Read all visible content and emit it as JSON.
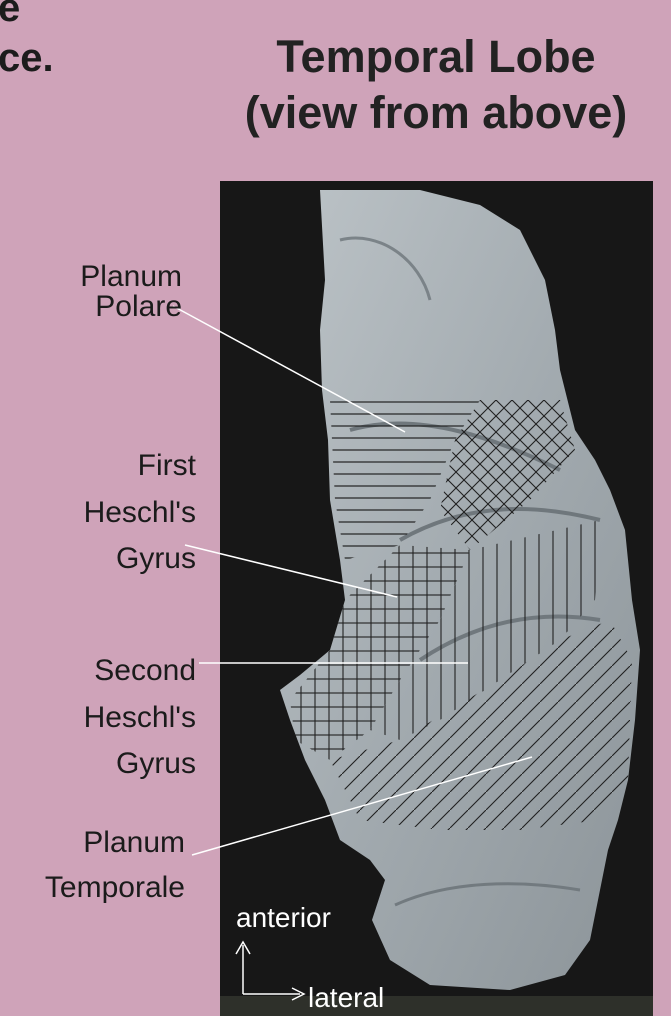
{
  "header": {
    "corner_line1": "e",
    "corner_line2": "ce.",
    "title_line1": "Temporal Lobe",
    "title_line2": "(view from above)"
  },
  "labels": [
    {
      "id": "planum-polare",
      "lines": [
        "Planum",
        "Polare"
      ]
    },
    {
      "id": "first-heschls-gyrus",
      "lines": [
        "First",
        "Heschl's",
        "Gyrus"
      ]
    },
    {
      "id": "second-heschls-gyrus",
      "lines": [
        "Second",
        "Heschl's",
        "Gyrus"
      ]
    },
    {
      "id": "planum-temporale",
      "lines": [
        "Planum",
        "Temporale"
      ]
    }
  ],
  "orientation": {
    "vertical": "anterior",
    "horizontal": "lateral"
  },
  "colors": {
    "page_background": "#cfa3b9",
    "panel_background": "#171717",
    "brain_surface": "#a2aaaf",
    "hatch_lines": "#202020",
    "leader_lines": "#ffffff"
  }
}
